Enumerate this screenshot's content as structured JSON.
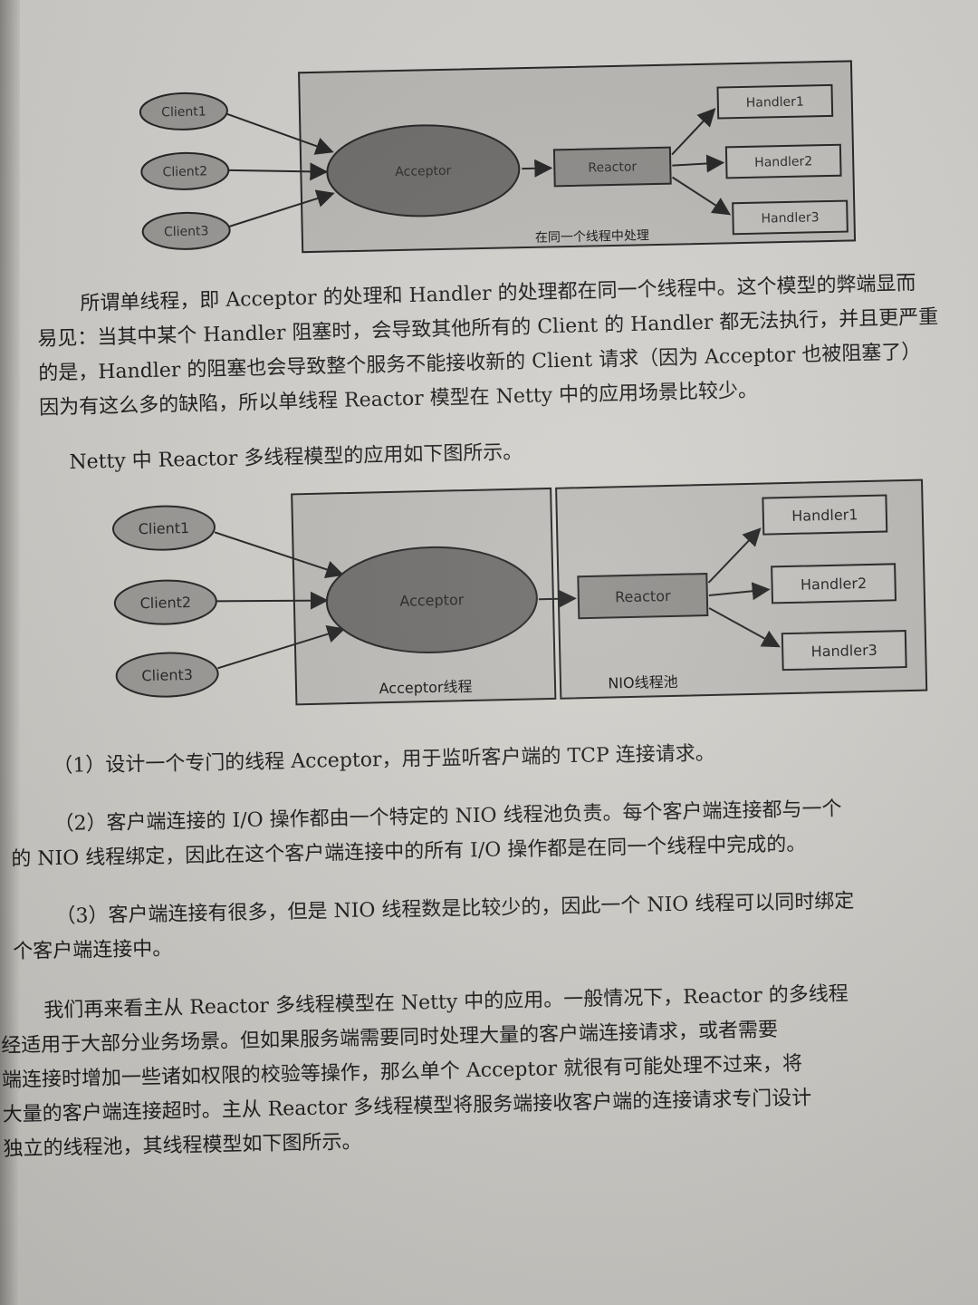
{
  "diagram1": {
    "clients": [
      "Client1",
      "Client2",
      "Client3"
    ],
    "acceptor": "Acceptor",
    "reactor": "Reactor",
    "handlers": [
      "Handler1",
      "Handler2",
      "Handler3"
    ],
    "caption": "在同一个线程中处理"
  },
  "paragraph1": {
    "lines": [
      "所谓单线程，即 Acceptor 的处理和 Handler 的处理都在同一个线程中。这个模型的弊端显而",
      "易见：当其中某个 Handler 阻塞时，会导致其他所有的 Client 的 Handler 都无法执行，并且更严重",
      "的是，Handler 的阻塞也会导致整个服务不能接收新的 Client 请求（因为 Acceptor 也被阻塞了）",
      "因为有这么多的缺陷，所以单线程 Reactor 模型在 Netty 中的应用场景比较少。"
    ]
  },
  "paragraph2": {
    "text": "Netty 中 Reactor 多线程模型的应用如下图所示。"
  },
  "diagram2": {
    "clients": [
      "Client1",
      "Client2",
      "Client3"
    ],
    "acceptor": "Acceptor",
    "reactor": "Reactor",
    "handlers": [
      "Handler1",
      "Handler2",
      "Handler3"
    ],
    "left_caption": "Acceptor线程",
    "right_caption": "NIO线程池"
  },
  "list": {
    "item1": "（1）设计一个专门的线程 Acceptor，用于监听客户端的 TCP 连接请求。",
    "item2_l1": "（2）客户端连接的 I/O 操作都由一个特定的 NIO 线程池负责。每个客户端连接都与一个",
    "item2_l2": "的 NIO 线程绑定，因此在这个客户端连接中的所有 I/O 操作都是在同一个线程中完成的。",
    "item3_l1": "（3）客户端连接有很多，但是 NIO 线程数是比较少的，因此一个 NIO 线程可以同时绑定",
    "item3_l2": "个客户端连接中。"
  },
  "paragraph3": {
    "lines": [
      "我们再来看主从 Reactor 多线程模型在 Netty 中的应用。一般情况下，Reactor 的多线程",
      "经适用于大部分业务场景。但如果服务端需要同时处理大量的客户端连接请求，或者需要",
      "端连接时增加一些诸如权限的校验等操作，那么单个 Acceptor 就很有可能处理不过来，将",
      "大量的客户端连接超时。主从 Reactor 多线程模型将服务端接收客户端的连接请求专门设计",
      "独立的线程池，其线程模型如下图所示。"
    ]
  },
  "colors": {
    "box_fill": "#b9b7b3",
    "node_fill": "#8d8b88",
    "ellipse_fill": "#6f6d6b",
    "client_fill": "#9a9895"
  }
}
